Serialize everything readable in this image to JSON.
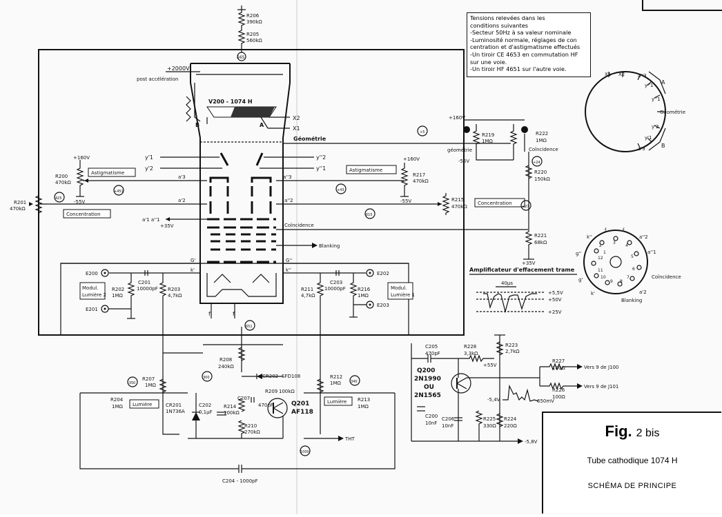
{
  "figure": {
    "fig_word": "Fig.",
    "fig_num": "2 bis",
    "subtitle": "Tube cathodique 1074 H",
    "schema": "SCHÉMA DE PRINCIPE"
  },
  "notes": [
    "Tensions relevées dans les",
    "conditions suivantes",
    "-Secteur 50Hz à sa valeur nominale",
    "-Luminosité normale, réglages de con",
    "centration et d'astigmatisme effectués",
    "-Un tiroir CE 4653 en commutation HF",
    "sur une voie.",
    "-Un tiroir HF 4651 sur l'autre voie."
  ],
  "tube": {
    "name": "V200 - 1074 H",
    "pin_b": "B",
    "pin_a": "A",
    "x2": "X2",
    "x1": "X1",
    "geometrie": "Géométrie",
    "y1p": "y'1",
    "y2p": "y'2",
    "y2pp": "y''2",
    "y1pp": "y''1",
    "a3p": "a'3",
    "a3pp": "a''3",
    "a2p": "a'2",
    "a2pp": "a''2",
    "a1": "a'1 a''1",
    "coincidence": "Coïncidence",
    "blanking": "Blanking",
    "gp": "G'",
    "gpp": "G''",
    "kp": "k'",
    "kpp": "k''",
    "f1": "f",
    "f2": "f",
    "hv": "+2000V",
    "hv2": "post accélération",
    "v35": "+35V"
  },
  "components": {
    "r206": "R206",
    "r206v": "390kΩ",
    "r205": "R205",
    "r205v": "560kΩ",
    "t565": "565",
    "r200": "R200",
    "r200v": "470kΩ",
    "v160a": "+160V",
    "v55a": "-55V",
    "t451": "+451",
    "r201": "R201",
    "r201v": "470kΩ",
    "t425": "425",
    "r217": "R217",
    "r217v": "470kΩ",
    "v160b": "+160V",
    "v55b": "-55V",
    "t43": "+43",
    "t615": "615",
    "r215": "R215",
    "r215v": "470kΩ",
    "r219": "R219",
    "r219v": "1MΩ",
    "v160c": "+160V",
    "v55c": "-55V",
    "geom2": "géométrie",
    "t5": "+5",
    "r222": "R222",
    "r222v": "1MΩ",
    "coinc2": "Coïncidence",
    "t24": "+24",
    "r220": "R220",
    "r220v": "150kΩ",
    "t27": "+27",
    "r221": "R221",
    "r221v": "68kΩ",
    "v35b": "+35V",
    "e200": "E200",
    "e201": "E201",
    "e202": "E202",
    "e203": "E203",
    "c201": "C201",
    "c201v": "10000pF",
    "r202": "R202",
    "r202v": "1MΩ",
    "r203": "R203",
    "r203v": "4,7kΩ",
    "c203": "C203",
    "c203v": "10000pF",
    "r211": "R211",
    "r211v": "4,7kΩ",
    "r216": "R216",
    "r216v": "1MΩ",
    "t651": "651",
    "r208": "R208",
    "r208v": "240kΩ",
    "cr202": "CR202",
    "cr202v": "SFD108",
    "r207": "R207",
    "r207v": "1MΩ",
    "t350": "-350",
    "t300": "300",
    "r204": "R204",
    "r204v": "1MΩ",
    "cr201": "CR201",
    "cr201v": "1N736A",
    "c202": "C202",
    "c202v": "0,1µF",
    "r214": "R214",
    "r214v": "100kΩ",
    "c207": "C207",
    "c207v": "470pF",
    "r209": "R209",
    "r209v": "100kΩ",
    "r210": "R210",
    "r210v": "270kΩ",
    "q201": "Q201",
    "q201v": "AF118",
    "r212": "R212",
    "r212v": "1MΩ",
    "t340": "340",
    "r213": "R213",
    "r213v": "1MΩ",
    "tht": "THT",
    "t1000": "1000",
    "c204": "C204 - 1000pF",
    "c205": "C205",
    "c205v": "470pF",
    "r228": "R228",
    "r228v": "3,3kΩ",
    "v55d": "+55V",
    "r223": "R223",
    "r223v": "2,7kΩ",
    "q200": "Q200",
    "q200v1": "2N1990",
    "q200v2": "OU",
    "q200v3": "2N1565",
    "r227": "R227",
    "r227v": "100Ω",
    "vers1": "Vers 9 de J100",
    "r226": "R226",
    "r226v": "100Ω",
    "vers2": "Vers 9 de J101",
    "c200": "C200",
    "c200v": "10nF",
    "c206": "C206",
    "c206v": "10nF",
    "r225": "R225",
    "r225v": "330Ω",
    "r224": "R224",
    "r224v": "220Ω",
    "v54": "-5,4V",
    "v650": "650mV",
    "v58": "-5,8V"
  },
  "labels": {
    "astig1": "Astigmatisme",
    "astig2": "Astigmatisme",
    "conc1": "Concentration",
    "conc2": "Concentration",
    "lum1": "Lumière",
    "lum2": "Lumière",
    "modul2a": "Modul.",
    "modul2b": "Lumière 2",
    "modul1a": "Modul.",
    "modul1b": "Lumière 1"
  },
  "waveform": {
    "title": "Amplificateur d'effacement trame",
    "dt": "40µs",
    "v1": "+5,5V",
    "v2": "+50V",
    "v3": "+25V"
  },
  "socket": {
    "p1": "1",
    "p2": "2",
    "p3": "3",
    "p4": "4",
    "p5": "5",
    "p6": "6",
    "p7": "7",
    "p8": "8",
    "p9": "9",
    "p10": "10",
    "p11": "11",
    "p12": "12",
    "kpp": "k''",
    "fa": "f",
    "fb": "f",
    "a2pp": "a''2",
    "a1pp": "a''1",
    "gpp": "g''",
    "gp": "g'",
    "kp": "k'",
    "a2p": "a'2",
    "coinc": "Coïncidence",
    "blank": "Blanking"
  },
  "deflect": {
    "x1": "X1",
    "x2": "X2",
    "a3": "a''3",
    "y1a": "y''1",
    "y1b": "y''1",
    "ga": "A",
    "geom": "Géométrie",
    "y2": "y'2",
    "y1": "y'1",
    "a3p": "a'3",
    "gb": "B"
  }
}
